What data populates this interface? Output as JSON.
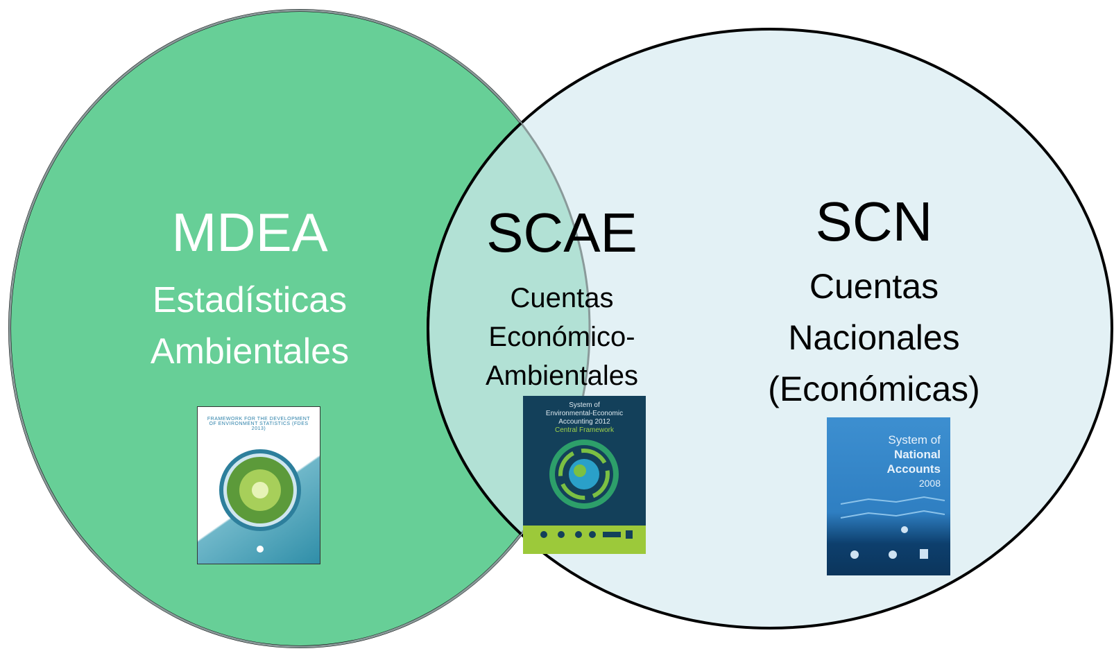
{
  "diagram": {
    "sets": [
      {
        "id": "mdea",
        "title": "MDEA",
        "subtitle_lines": [
          "Estadísticas",
          "Ambientales"
        ],
        "fill": "#67cf97",
        "text_color": "#ffffff"
      },
      {
        "id": "scn",
        "title": "SCN",
        "subtitle_lines": [
          "Cuentas",
          "Nacionales",
          "(Económicas)"
        ],
        "fill": "#e3f1f5",
        "text_color": "#000000"
      }
    ],
    "intersection": {
      "id": "scae",
      "title": "SCAE",
      "subtitle_lines": [
        "Cuentas",
        "Económico-",
        "Ambientales"
      ],
      "fill": "#b2e1d5",
      "text_color": "#000000"
    },
    "covers": {
      "mdea": {
        "text": "FRAMEWORK FOR THE DEVELOPMENT OF ENVIRONMENT STATISTICS (FDES 2013)"
      },
      "seea": {
        "lines": [
          "System of",
          "Environmental-Economic",
          "Accounting 2012",
          "Central Framework"
        ]
      },
      "sna": {
        "line1": "System of",
        "line2": "National",
        "line3": "Accounts",
        "line4": "2008"
      }
    },
    "outline_color": "#000000"
  }
}
